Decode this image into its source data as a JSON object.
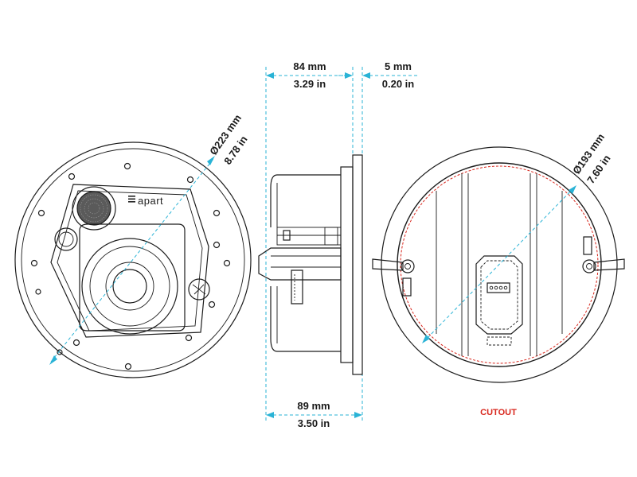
{
  "brand": {
    "logo_text": "apart"
  },
  "dimensions": {
    "grille_diameter": {
      "mm": "Ø223 mm",
      "in": "8.78 in"
    },
    "cutout_diameter": {
      "mm": "Ø193 mm",
      "in": "7.60 in"
    },
    "depth_behind_flange": {
      "mm": "84 mm",
      "in": "3.29 in"
    },
    "flange_thickness": {
      "mm": "5 mm",
      "in": "0.20 in"
    },
    "total_depth": {
      "mm": "89 mm",
      "in": "3.50 in"
    }
  },
  "labels": {
    "cutout": "CUTOUT"
  },
  "colors": {
    "dimension": "#2ab3d6",
    "line": "#1c1c1c",
    "cutout": "#d8261c"
  },
  "icons": [
    "arrowhead-icon",
    "tweeter-grille-icon"
  ]
}
